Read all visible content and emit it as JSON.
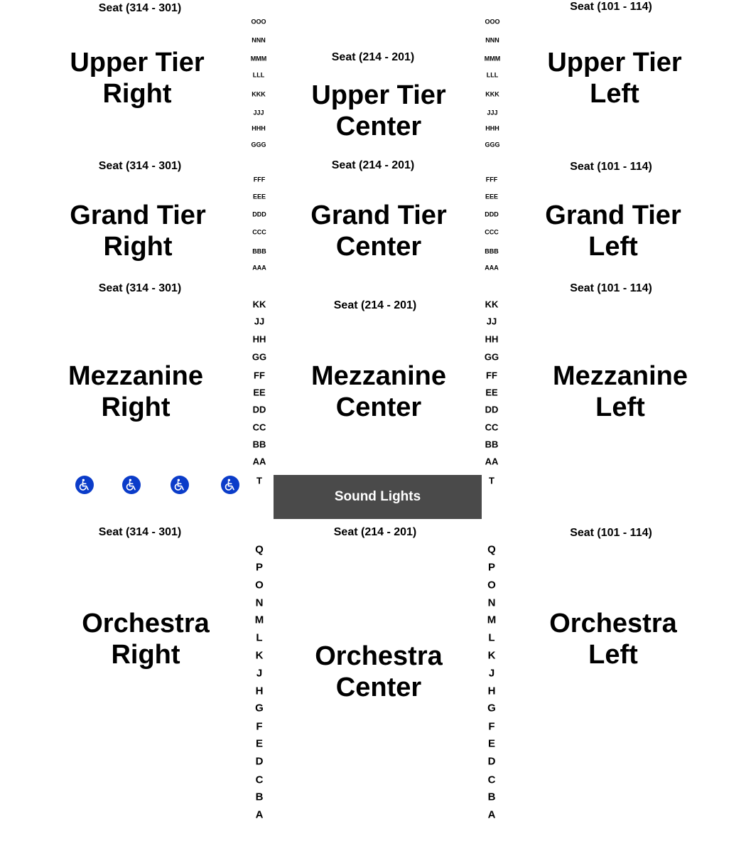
{
  "seat_ranges": {
    "right": "Seat (314 - 301)",
    "center": "Seat (214 - 201)",
    "left": "Seat (101 - 114)"
  },
  "sections": {
    "upper_tier_right": [
      "Upper Tier",
      "Right"
    ],
    "upper_tier_center": [
      "Upper Tier",
      "Center"
    ],
    "upper_tier_left": [
      "Upper Tier",
      "Left"
    ],
    "grand_tier_right": [
      "Grand Tier",
      "Right"
    ],
    "grand_tier_center": [
      "Grand Tier",
      "Center"
    ],
    "grand_tier_left": [
      "Grand Tier",
      "Left"
    ],
    "mezzanine_right": [
      "Mezzanine",
      "Right"
    ],
    "mezzanine_center": [
      "Mezzanine",
      "Center"
    ],
    "mezzanine_left": [
      "Mezzanine",
      "Left"
    ],
    "orchestra_right": [
      "Orchestra",
      "Right"
    ],
    "orchestra_center": [
      "Orchestra",
      "Center"
    ],
    "orchestra_left": [
      "Orchestra",
      "Left"
    ]
  },
  "rows": {
    "upper_tier": [
      "OOO",
      "NNN",
      "MMM",
      "LLL",
      "KKK",
      "JJJ",
      "HHH",
      "GGG"
    ],
    "grand_tier": [
      "FFF",
      "EEE",
      "DDD",
      "CCC",
      "BBB",
      "AAA"
    ],
    "mezzanine": [
      "KK",
      "JJ",
      "HH",
      "GG",
      "FF",
      "EE",
      "DD",
      "CC",
      "BB",
      "AA",
      "T"
    ],
    "orchestra": [
      "Q",
      "P",
      "O",
      "N",
      "M",
      "L",
      "K",
      "J",
      "H",
      "G",
      "F",
      "E",
      "D",
      "C",
      "B",
      "A"
    ]
  },
  "sound_lights": "Sound Lights",
  "wheelchair_icons": [
    "wheelchair-icon",
    "wheelchair-icon",
    "wheelchair-icon",
    "wheelchair-icon"
  ],
  "colors": {
    "sound_box": "#4a4a4a",
    "accessible": "#0b3cc9"
  }
}
